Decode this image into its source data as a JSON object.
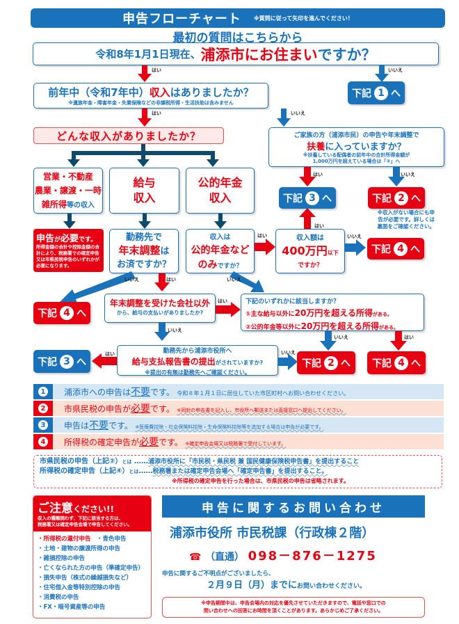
{
  "header": {
    "title": "申告フローチャート",
    "subtitle": "※質問に従って矢印を進んでください！",
    "first_question_label": "最初の質問はこちらから"
  },
  "labels": {
    "yes": "はい",
    "no": "いいえ"
  },
  "q1": {
    "prefix": "令和8年1月1日現在、",
    "highlight": "浦添市にお住まい",
    "suffix": "ですか？"
  },
  "q2": {
    "prefix": "前年中（令和7年中）",
    "highlight": "収入",
    "suffix": "はありましたか？",
    "note": "※遺族年金・障害年金・失業保険などの非課税所得・生活扶助は含みません"
  },
  "q3": {
    "text": "どんな収入がありましたか？"
  },
  "income_types": {
    "business": {
      "line1": "営業・不動産",
      "line2": "農業・譲渡・一時",
      "line3_red": "雑所得",
      "line3_blue": "等の収入"
    },
    "salary": {
      "line1": "給与",
      "line2": "収入"
    },
    "pension": {
      "line1": "公的年金",
      "line2": "収入"
    }
  },
  "required_box": {
    "title_a": "申告",
    "title_b": "が",
    "title_c": "必要",
    "title_d": "です。",
    "body": "所得金額の合計や控除金額の合計により、税務署での確定申告又は市県民税申告のいずれかが必要になります。"
  },
  "q_year_end": {
    "line1": "勤務先で",
    "line2_red": "年末調整",
    "line2_blue": "は",
    "line3": "お済ですか？"
  },
  "q_pension_only": {
    "line1": "収入は",
    "line2": "公的年金など",
    "line3_red": "のみ",
    "line3_blue": "ですか？"
  },
  "q_400": {
    "line1": "収入額は",
    "line2_red": "400万円",
    "line2_small": "以下",
    "line3": "ですか？"
  },
  "q_dependent": {
    "line1": "ご家族の方（浦添市民）の申告や年末調整で",
    "line2_red": "扶養",
    "line2_blue": "に入っていますか？",
    "note1": "※扶養している配偶者の前年中の合計所得金額が",
    "note2": "1,000万円を超えている場合は「②」へ"
  },
  "no_income_note": {
    "line1": "※収入がない場合にも申",
    "line2": "告が必要です。詳しくは",
    "line3": "裏面をご確認ください。"
  },
  "q_other_company": {
    "line1": "年末調整を受けた会社以外",
    "line2": "から、給与の支払いがありましたか?"
  },
  "q_either": {
    "line1": "下記のいずれかに該当しますか？",
    "line2_a": "①主な給与以外に",
    "line2_b": "20万円を超える所得",
    "line2_c": "がある。",
    "line3_a": "②公的年金等以外に",
    "line3_b": "20万円を超える所得",
    "line3_c": "がある。"
  },
  "q_report": {
    "line1": "勤務先から浦添市役所へ",
    "line2_red": "給与支払報告書の提出",
    "line2_blue": "がされていますか?",
    "line3": "※提出の有無は勤務先へご確認ください。"
  },
  "go": {
    "prefix": "下記",
    "suffix": "へ",
    "n1": "1",
    "n2": "2",
    "n3": "3",
    "n4": "4"
  },
  "results": [
    {
      "num": "1",
      "main_a": "浦添市への申告は",
      "main_b": "不要",
      "main_c": "です。",
      "note": "令和８年１月１日に居住していた市区町村へお問い合わせください。"
    },
    {
      "num": "2",
      "main_a": "市県民税の申告が",
      "main_b": "必要",
      "main_c": "です。",
      "note": "※同封の申告書を記入し、市役所へ郵送または直接窓口へ提出してください。"
    },
    {
      "num": "3",
      "main_a": "申告は",
      "main_b": "不要",
      "main_c": "です。",
      "note": "※医療費控除・社会保険料控除・生命保険料控除等を追加する場合は申告が必要です。"
    },
    {
      "num": "4",
      "main_a": "所得税の確定申告が",
      "main_b": "必要",
      "main_c": "です。",
      "note": "※確定申告会場又は税務署で受付しています。"
    }
  ],
  "definitions": {
    "row1_term": "市県民税の申告（上記②）",
    "row1_def": "浦添市役所に「市民税・県民税 兼 国民健康保険税申告書」を提出すること",
    "row2_term": "所得税の確定申告（上記④）",
    "row2_def": "税務署または確定申告会場へ「確定申告書」を提出すること。",
    "toha": "とは",
    "dots": "……",
    "footnote": "※所得税の確定申告を行った場合は、市県民税の申告は省略されます。"
  },
  "caution": {
    "title_a": "ご注意",
    "title_b": "ください!!",
    "sub1": "収入の種類問わず、下記に該当する方は、",
    "sub2": "税務署又は確定申告会場で申告してください。",
    "items": [
      "・所得税の還付申告",
      "・青色申告",
      "・土地・建物の譲渡所得の申告",
      "・雑損控除の申告",
      "・亡くなられた方の申告（準確定申告）",
      "・損失申告（株式の繰越損失など）",
      "・住宅借入金等特別控除の申告",
      "・消費税の申告",
      "・FX・暗号資産等の申告"
    ]
  },
  "contact": {
    "header": "申告に関するお問い合わせ",
    "office": "浦添市役所 市民税課（行政棟２階）",
    "phone_label": "（直通）",
    "phone": "098－876－1275",
    "deadline_intro": "申告に関するご不明点がございましたら、",
    "deadline_date": "２月９日（月）までに",
    "deadline_suffix": "お問い合わせください。",
    "notice_line1": "※申告期間中は、申告会場内の対応を優先させていただきますので、電話や窓口での",
    "notice_line2": "問い合わせへの回答にお時間を頂くことがあります。あらかじめご了承ください。"
  },
  "colors": {
    "blue": "#1a72bb",
    "red": "#e60012",
    "navy": "#0d4a6b",
    "light_blue": "#d5e6f4",
    "light_red": "#fbe0d3"
  }
}
